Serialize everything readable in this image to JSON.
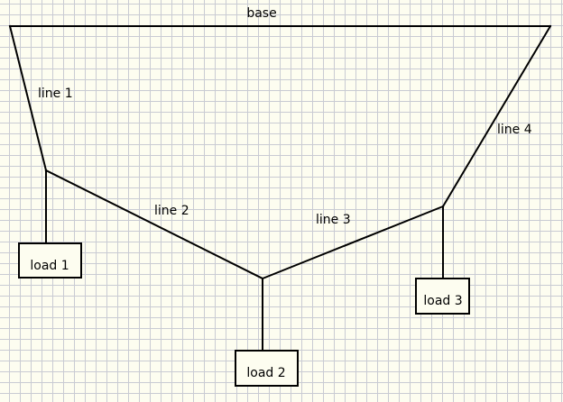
{
  "labels": {
    "base": "base",
    "line1": "line 1",
    "line2": "line 2",
    "line3": "line 3",
    "line4": "line 4",
    "load1": "load 1",
    "load2": "load 2",
    "load3": "load 3"
  },
  "colors": {
    "background": "#fdfdf0",
    "grid": "#c9cbd3",
    "stroke": "#000000"
  }
}
